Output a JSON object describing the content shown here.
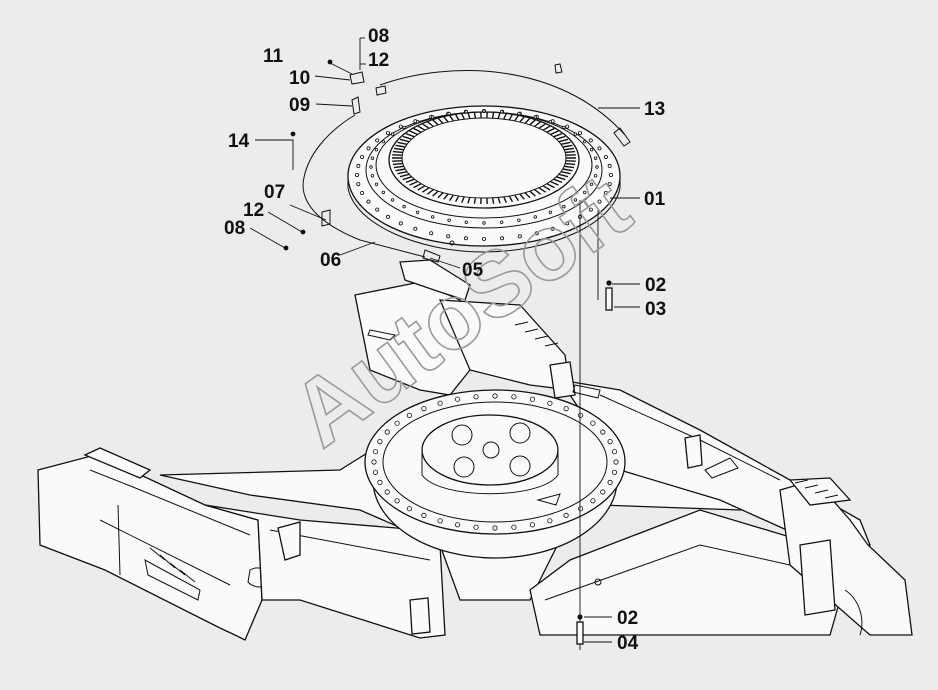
{
  "watermark": "AutoSoft",
  "callouts": [
    {
      "id": "c08a",
      "text": "08"
    },
    {
      "id": "c12a",
      "text": "12"
    },
    {
      "id": "c11",
      "text": "11"
    },
    {
      "id": "c10",
      "text": "10"
    },
    {
      "id": "c09",
      "text": "09"
    },
    {
      "id": "c13",
      "text": "13"
    },
    {
      "id": "c14",
      "text": "14"
    },
    {
      "id": "c07",
      "text": "07"
    },
    {
      "id": "c12b",
      "text": "12"
    },
    {
      "id": "c08b",
      "text": "08"
    },
    {
      "id": "c01",
      "text": "01"
    },
    {
      "id": "c06",
      "text": "06"
    },
    {
      "id": "c05",
      "text": "05"
    },
    {
      "id": "c02a",
      "text": "02"
    },
    {
      "id": "c03",
      "text": "03"
    },
    {
      "id": "c02b",
      "text": "02"
    },
    {
      "id": "c04",
      "text": "04"
    }
  ],
  "colors": {
    "background": "#ececec",
    "line": "#111111",
    "watermark": "#9a9a9a"
  }
}
